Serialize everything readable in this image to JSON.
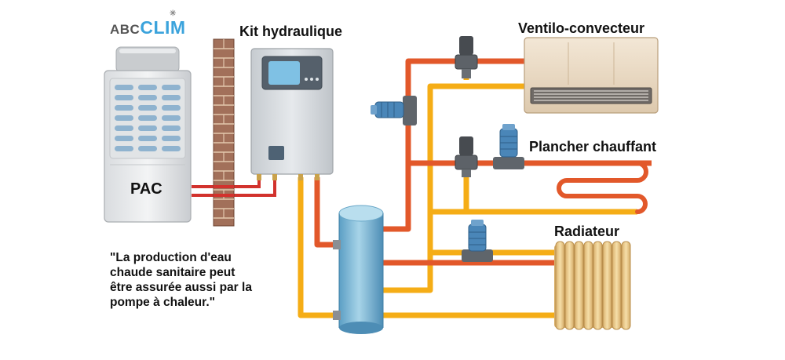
{
  "logo": {
    "brand_prefix": "ABC",
    "brand_name": "CLIM"
  },
  "labels": {
    "heat_pump": "PAC",
    "hydraulic_kit": "Kit hydraulique",
    "fan_coil": "Ventilo-convecteur",
    "floor_heating": "Plancher chauffant",
    "radiator": "Radiateur"
  },
  "note": {
    "lines": [
      "\"La production d'eau",
      "chaude sanitaire peut",
      "être assurée aussi par la",
      "pompe à chaleur.\""
    ]
  },
  "colors": {
    "hot_pipe": "#e2582a",
    "cold_pipe": "#f5ad16",
    "refrigerant_pipe": "#d2322d",
    "brand_blue": "#3ba3dc",
    "tank_blue": "#7cb9d6",
    "pump_blue": "#4a86b8",
    "valve_gray": "#555a60",
    "wall_brown": "#9c6a4e",
    "fan_coil_beige": "#ead9c4",
    "radiator_gold": "#ecc989"
  }
}
